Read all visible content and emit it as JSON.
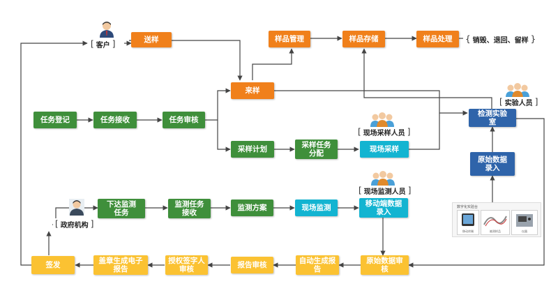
{
  "nodes": {
    "songyang": "送样",
    "yangpin_guanli": "样品管理",
    "yangpin_cunchu": "样品存储",
    "yangpin_chuli": "样品处理",
    "laiyang": "来样",
    "renwu_dengji": "任务登记",
    "renwu_jieshou": "任务接收",
    "renwu_shenhe": "任务审核",
    "caiyang_jihua": "采样计划",
    "caiyang_renwu_fenpei": "采样任务\n分配",
    "xianchang_caiyang": "现场采样",
    "jiance_shiyanshi": "检测实验\n室",
    "yuanshi_shuju_luru": "原始数据\n录入",
    "xiada_jiance_renwu": "下达监测\n任务",
    "jiance_renwu_jieshou": "监测任务\n接收",
    "jiance_fangan": "监测方案",
    "xianchang_jiance": "现场监测",
    "yidongduan_shuju_luru": "移动端数据\n录入",
    "qianfa": "签发",
    "gaizhang_shengcheng": "盖章生成电子\n报告",
    "shouquan_qianziren": "授权签字人\n审核",
    "baogao_shenhe": "报告审核",
    "zidong_shengcheng": "自动生成报\n告",
    "yuanshi_shuju_shenhe": "原始数据审\n核"
  },
  "labels": {
    "kehu": "客户",
    "xiaohui": "销毁、退回、留样",
    "shiyan_renyuan": "实验人员",
    "xianchang_caiyang_renyuan": "现场采样人员",
    "xianchang_jiance_renyuan": "现场监测人员",
    "zhengfu_jigou": "政府机构"
  },
  "lab_panel": {
    "title": "数字化实验台",
    "devices": [
      "移动终端",
      "被测样品",
      "仪器"
    ]
  },
  "colors": {
    "orange": "#f0801b",
    "green": "#3f8f3b",
    "blue": "#13b4d1",
    "navy": "#2f64aa",
    "yellow": "#fbc232",
    "line": "#444444"
  },
  "icons": {
    "person": "person-icon",
    "group": "people-group-icon",
    "lab": "lab-bench-icon"
  }
}
